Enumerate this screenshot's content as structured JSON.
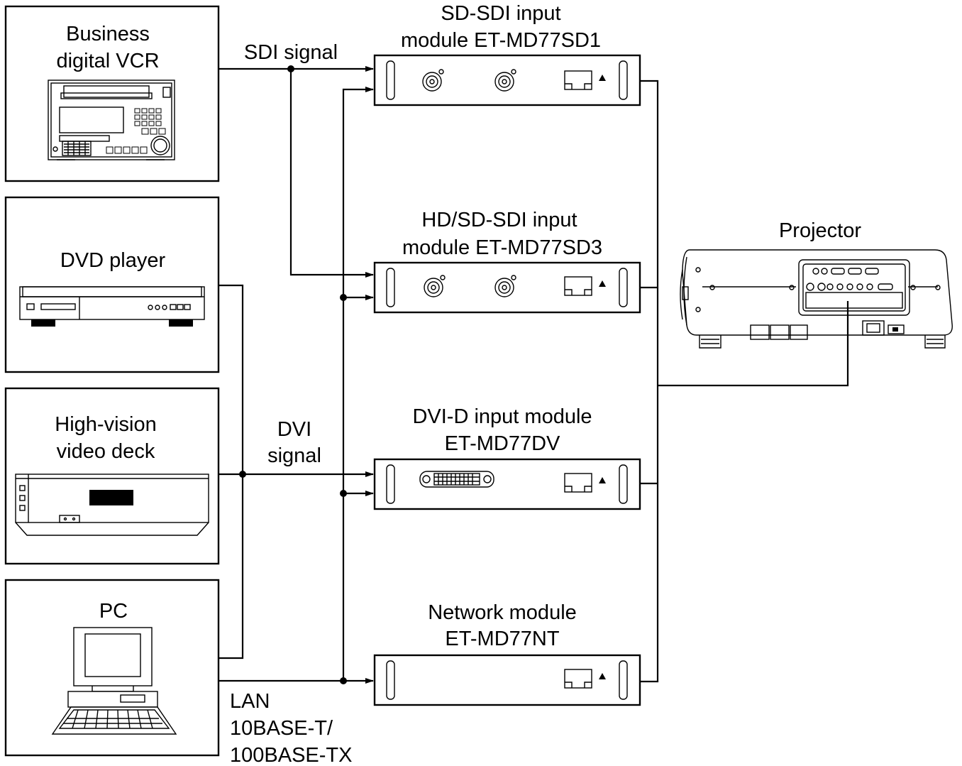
{
  "devices": {
    "vcr": {
      "label_line1": "Business",
      "label_line2": "digital VCR"
    },
    "dvd": {
      "label": "DVD player"
    },
    "hv": {
      "label_line1": "High-vision",
      "label_line2": "video deck"
    },
    "pc": {
      "label": "PC"
    }
  },
  "modules": {
    "sd1": {
      "line1": "SD-SDI input",
      "line2": "module ET-MD77SD1"
    },
    "sd3": {
      "line1": "HD/SD-SDI input",
      "line2": "module ET-MD77SD3"
    },
    "dv": {
      "line1": "DVI-D input module",
      "line2": "ET-MD77DV"
    },
    "nt": {
      "line1": "Network module",
      "line2": "ET-MD77NT"
    }
  },
  "projector": {
    "label": "Projector"
  },
  "signals": {
    "sdi": "SDI signal",
    "dvi_line1": "DVI",
    "dvi_line2": "signal",
    "lan_line1": "LAN",
    "lan_line2": "10BASE-T/",
    "lan_line3": "100BASE-TX"
  }
}
